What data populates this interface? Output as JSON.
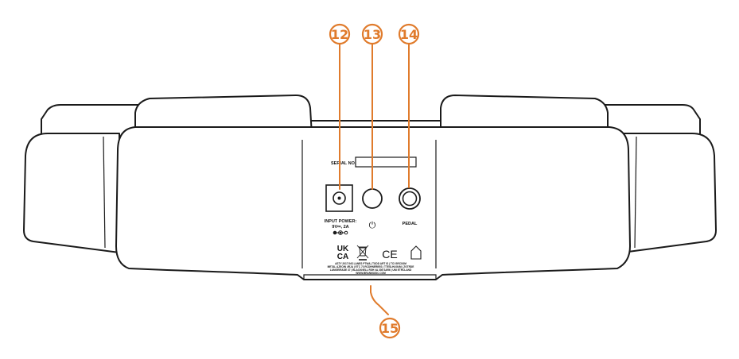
{
  "panel": {
    "serial_label": "SERIAL NO.:",
    "input_power_line1": "INPUT POWER:",
    "input_power_line2": "9V⎓, 2A",
    "pedal_label": "PEDAL",
    "power_symbol": "⏻",
    "ukca_line1": "UK",
    "ukca_line2": "CA",
    "ce_mark": "CE",
    "address_lines": [
      "ASTY 2017 INS LANES PTWA | TODD ART IS | TCI GRC0OM",
      "METAL AZEOIN 4RJA | ETC 73 RCDHNERIEIS | TTESLHUG4M | ZGTRDE",
      "LAMGEIRADE 37 | BLACKNELL RSH #A 208 SAR6 | UNI ETRCLAND",
      "WWW.BRANMUSIC.COM"
    ]
  },
  "callouts": {
    "c12": "12",
    "c13": "13",
    "c14": "14",
    "c15": "15"
  },
  "colors": {
    "callout": "#E07B2C",
    "outline": "#1a1a1a",
    "fill": "#ffffff"
  }
}
